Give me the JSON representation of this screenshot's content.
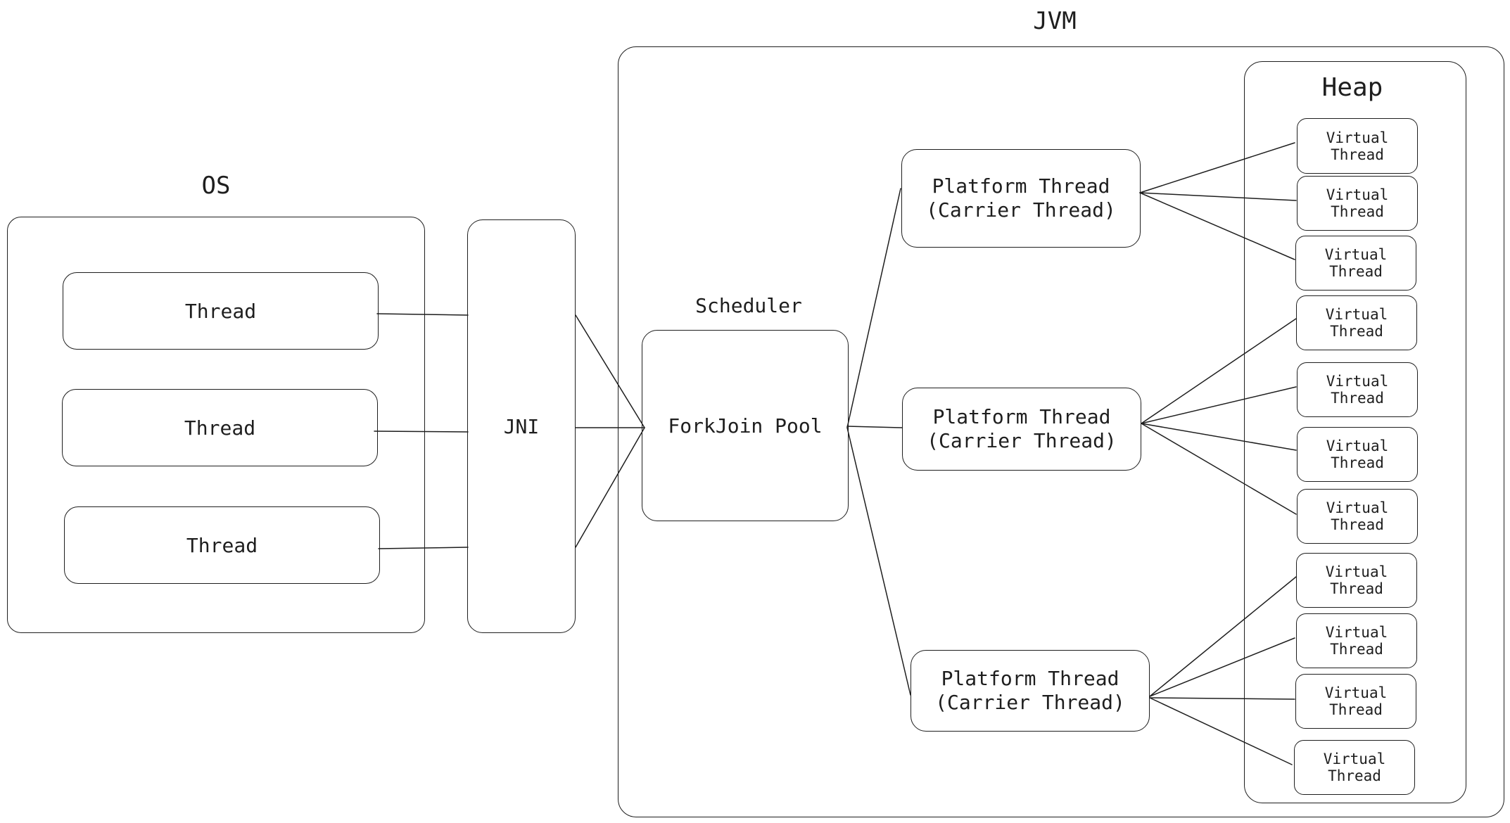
{
  "diagram": {
    "os": {
      "title": "OS",
      "threads": [
        "Thread",
        "Thread",
        "Thread"
      ]
    },
    "jni": {
      "label": "JNI"
    },
    "jvm": {
      "title": "JVM",
      "scheduler": {
        "title": "Scheduler",
        "label": "ForkJoin Pool"
      },
      "platform_threads": [
        {
          "line1": "Platform Thread",
          "line2": "(Carrier Thread)"
        },
        {
          "line1": "Platform Thread",
          "line2": "(Carrier Thread)"
        },
        {
          "line1": "Platform Thread",
          "line2": "(Carrier Thread)"
        }
      ],
      "heap": {
        "title": "Heap",
        "virtual_threads": [
          {
            "line1": "Virtual",
            "line2": "Thread"
          },
          {
            "line1": "Virtual",
            "line2": "Thread"
          },
          {
            "line1": "Virtual",
            "line2": "Thread"
          },
          {
            "line1": "Virtual",
            "line2": "Thread"
          },
          {
            "line1": "Virtual",
            "line2": "Thread"
          },
          {
            "line1": "Virtual",
            "line2": "Thread"
          },
          {
            "line1": "Virtual",
            "line2": "Thread"
          },
          {
            "line1": "Virtual",
            "line2": "Thread"
          },
          {
            "line1": "Virtual",
            "line2": "Thread"
          },
          {
            "line1": "Virtual",
            "line2": "Thread"
          },
          {
            "line1": "Virtual",
            "line2": "Thread"
          }
        ]
      }
    },
    "colors": {
      "stroke": "#1e1e1e",
      "background": "#ffffff"
    }
  }
}
